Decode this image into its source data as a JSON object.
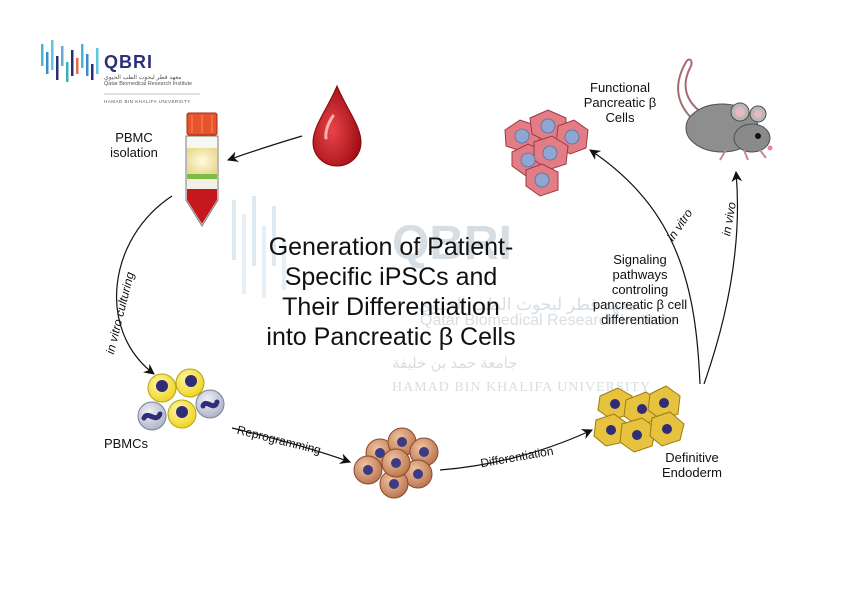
{
  "logo": {
    "wordmark": "QBRI",
    "arabic_name": "معهد قطر لبحوث الطب الحيوي",
    "english_name": "Qatar Biomedical Research Institute",
    "university": "HAMAD BIN KHALIFA UNIVERSITY"
  },
  "watermark": {
    "wordmark": "QBRI",
    "arabic_name": "معهد قطر لبحوث الطب الحيوي",
    "english_name": "Qatar Biomedical Research Institute",
    "university_arabic": "جامعة حمد بن خليفة",
    "university": "HAMAD BIN KHALIFA UNIVERSITY"
  },
  "title": "Generation of Patient-\nSpecific iPSCs and\nTheir Differentiation\ninto Pancreatic β Cells",
  "nodes": {
    "pbmc_isolation": "PBMC\nisolation",
    "pbmcs": "PBMCs",
    "definitive_endoderm": "Definitive\nEndoderm",
    "functional_beta": "Functional\nPancreatic β\nCells",
    "signaling": "Signaling\npathways\ncontroling\npancreatic β cell\ndifferentiation"
  },
  "edges": {
    "in_vitro_culturing": "in vitro culturing",
    "reprogramming": "Reprogramming",
    "differentiation": "Differentiation",
    "in_vitro": "in vitro",
    "in_vivo": "in vivo"
  },
  "colors": {
    "blood": "#c0151b",
    "pbmc_yellow": "#f3e43a",
    "pbmc_nucleus": "#2f2d78",
    "ipsc": "#c9855a",
    "endoderm": "#e7c23e",
    "beta_cell": "#e27d86",
    "beta_nucleus": "#8fa6d3",
    "logo_blue": "#2b2f7a"
  }
}
